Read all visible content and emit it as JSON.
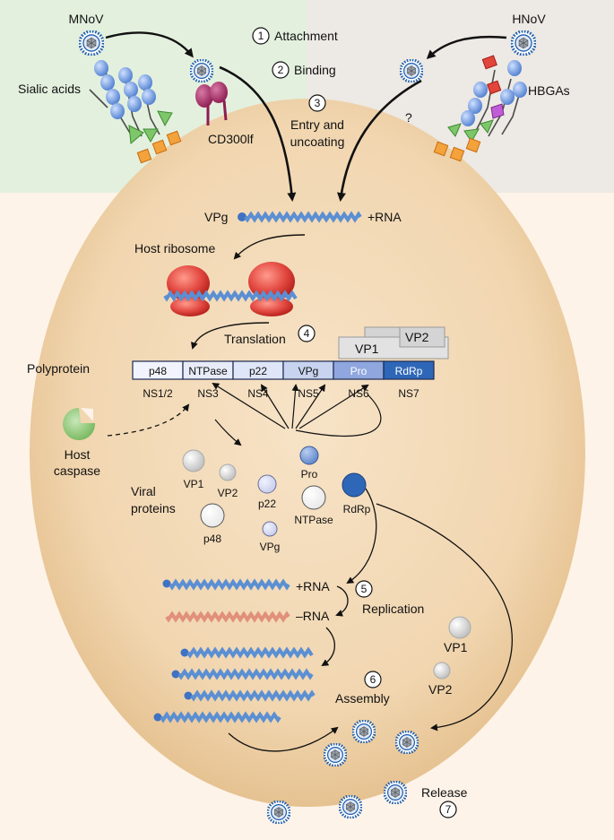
{
  "viruses": {
    "left": "MNoV",
    "right": "HNoV"
  },
  "steps": [
    {
      "num": "1",
      "label": "Attachment"
    },
    {
      "num": "2",
      "label": "Binding"
    },
    {
      "num": "3",
      "label_line1": "Entry and",
      "label_line2": "uncoating"
    },
    {
      "num": "4",
      "label": "Translation"
    },
    {
      "num": "5",
      "label": "Replication"
    },
    {
      "num": "6",
      "label": "Assembly"
    },
    {
      "num": "7",
      "label": "Release"
    }
  ],
  "receptors": {
    "sialic": "Sialic acids",
    "cd300": "CD300lf",
    "hbga": "HBGAs",
    "unknown": "?"
  },
  "genome": {
    "vpg": "VPg",
    "rna": "+RNA"
  },
  "ribosome": "Host ribosome",
  "capsid_boxes": {
    "vp1": "VP1",
    "vp2": "VP2"
  },
  "polyprotein": {
    "label": "Polyprotein",
    "segments": [
      {
        "name": "p48",
        "ns": "NS1/2",
        "fill": "#f1f4fc"
      },
      {
        "name": "NTPase",
        "ns": "NS3",
        "fill": "#e7ecf8"
      },
      {
        "name": "p22",
        "ns": "NS4",
        "fill": "#dfe6f7"
      },
      {
        "name": "VPg",
        "ns": "NS5",
        "fill": "#c8d4ef"
      },
      {
        "name": "Pro",
        "ns": "NS6",
        "fill": "#8fa6de"
      },
      {
        "name": "RdRp",
        "ns": "NS7",
        "fill": "#2f67b8"
      }
    ]
  },
  "caspase": {
    "line1": "Host",
    "line2": "caspase"
  },
  "viral_proteins": {
    "title_line1": "Viral",
    "title_line2": "proteins",
    "items": {
      "vp1": "VP1",
      "vp2": "VP2",
      "p22": "p22",
      "pro": "Pro",
      "ntpase": "NTPase",
      "rdrp": "RdRp",
      "p48": "p48",
      "vpg": "VPg"
    }
  },
  "replication": {
    "plus": "+RNA",
    "minus": "–RNA"
  },
  "assembly": {
    "vp1": "VP1",
    "vp2": "VP2"
  },
  "colors": {
    "green_bg": "#e3f0de",
    "grey_bg": "#ede9e4",
    "cytoplasm_bg": "#fdf3e8",
    "cell": "#f1d8b3",
    "rna_plus": "#5b8fd3",
    "rna_minus": "#e0907b",
    "ribosome": "#e34a42",
    "rdrp": "#2f67b8"
  }
}
